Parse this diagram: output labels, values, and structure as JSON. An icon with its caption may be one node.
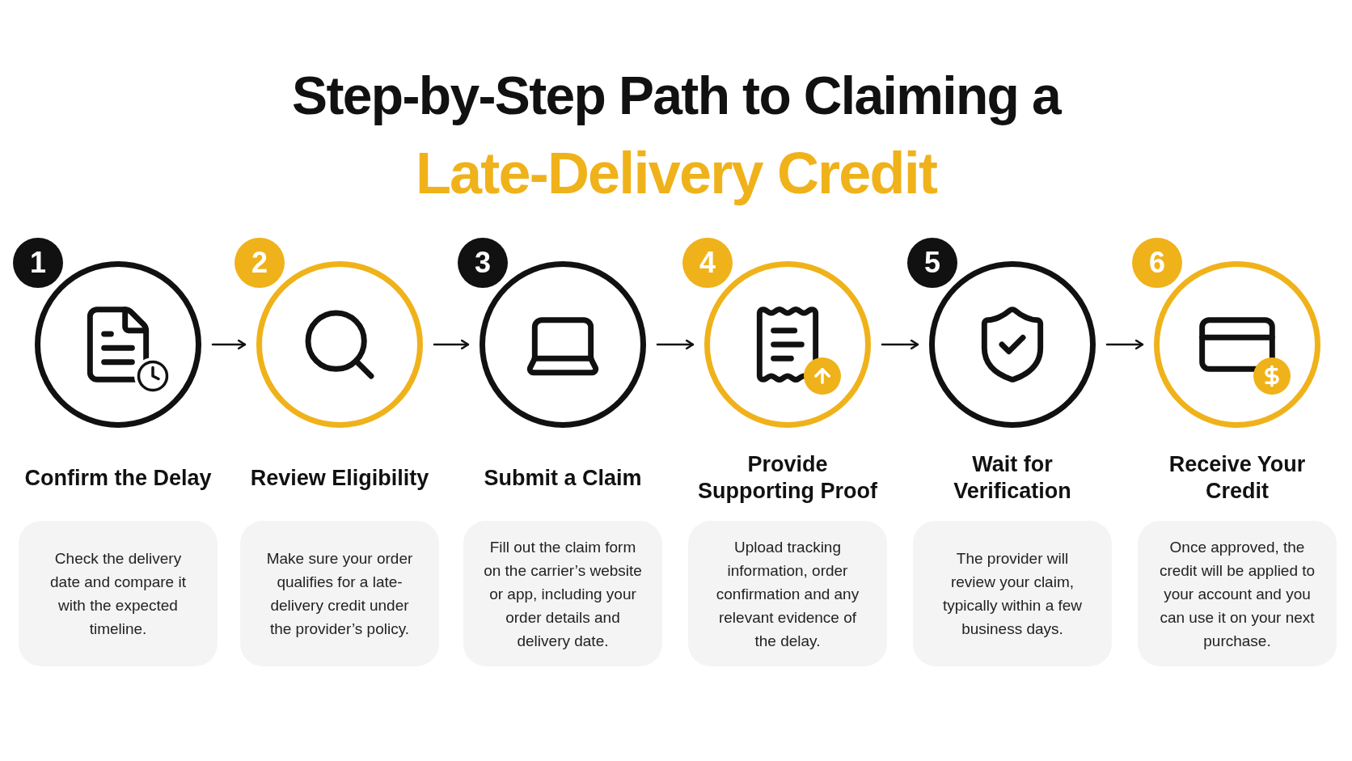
{
  "diagram": {
    "title": "Step-by-Step Path to Claiming a",
    "nodes": [
      {
        "text": [
          "1"
        ]
      },
      {
        "text": [
          "2"
        ]
      },
      {
        "text": [
          "3"
        ]
      },
      {
        "text": [
          "4"
        ]
      },
      {
        "text": [
          "5"
        ]
      },
      {
        "text": [
          "6"
        ]
      },
      {
        "text": [
          "Confirm the Delay",
          "Check the delivery date and compare it with the expected timeline."
        ]
      },
      {
        "text": [
          "Review Eligibility",
          "Make sure your order qualifies for a late-delivery credit under the provider’s policy."
        ]
      },
      {
        "text": [
          "Submit a Claim",
          "Fill out the claim form on the carrier’s website or app, including your order details and delivery date."
        ]
      },
      {
        "text": [
          "Provide Supporting Proof",
          "Upload tracking information, order confirmation and any relevant evidence of the delay."
        ]
      },
      {
        "text": [
          "Wait for Verification",
          "The provider will review your claim, typically within a few business days."
        ]
      },
      {
        "text": [
          "Receive Your Credit",
          "Once approved, the credit will be applied to your account and you can use it on your next purchase."
        ]
      }
    ],
    "edges": [
      {
        "from": 0,
        "to": 1,
        "arrow": "to"
      },
      {
        "from": 1,
        "to": 2,
        "arrow": "to"
      },
      {
        "from": 2,
        "to": 3,
        "arrow": "to"
      },
      {
        "from": 3,
        "to": 4,
        "arrow": "to"
      },
      {
        "from": 4,
        "to": 5,
        "arrow": "to"
      }
    ],
    "labels": [
      "Late-Delivery Credit"
    ]
  }
}
